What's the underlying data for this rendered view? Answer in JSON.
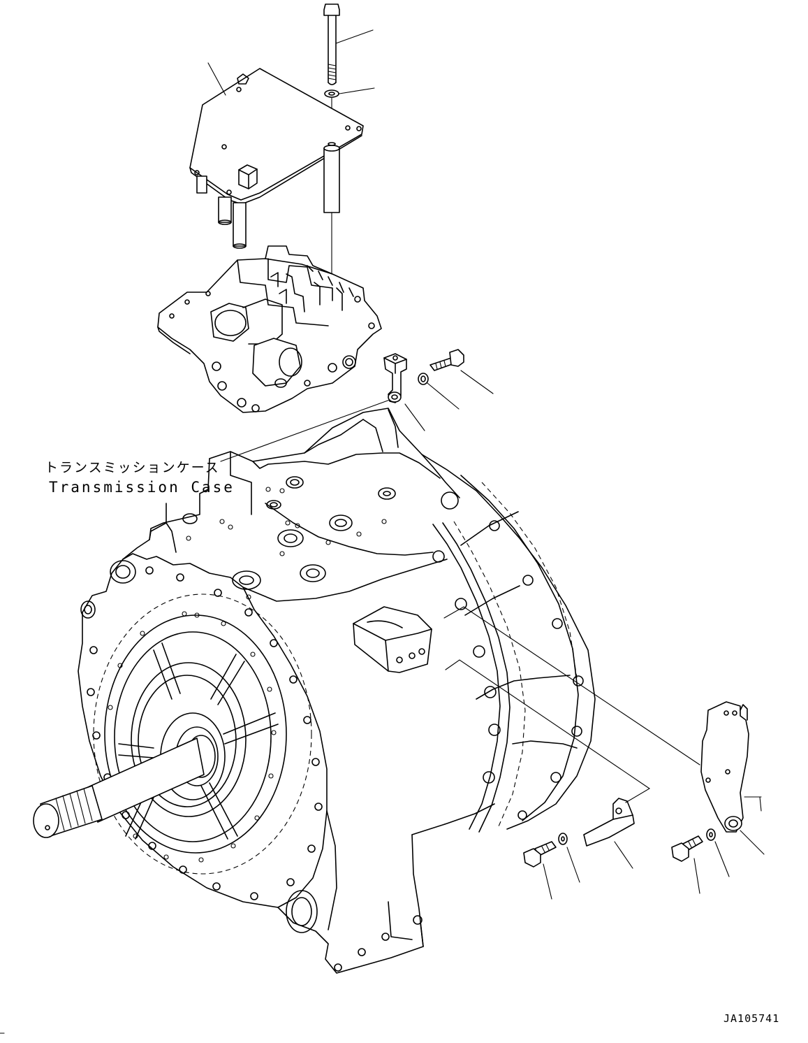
{
  "labels": {
    "case_ja": "トランスミッションケース",
    "case_en": "Transmission Case"
  },
  "drawing_id": "JA105741"
}
